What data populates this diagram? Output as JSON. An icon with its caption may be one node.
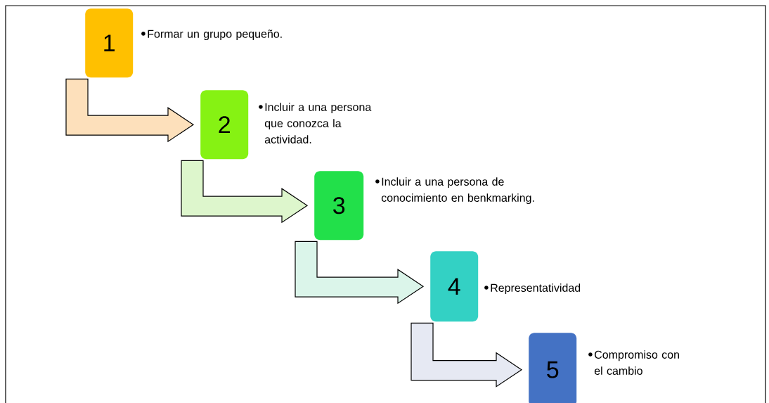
{
  "diagram": {
    "nodes": [
      {
        "text": [
          "1"
        ],
        "beside": [
          "Formar un grupo pequeño."
        ]
      },
      {
        "text": [
          "2"
        ],
        "beside": [
          "Incluir a una persona que conozca la actividad."
        ]
      },
      {
        "text": [
          "3"
        ],
        "beside": [
          "Incluir a una persona de conocimiento en benkmarking."
        ]
      },
      {
        "text": [
          "4"
        ],
        "beside": [
          "Representatividad"
        ]
      },
      {
        "text": [
          "5"
        ],
        "beside": [
          "Compromiso con el cambio"
        ]
      }
    ],
    "edges": [
      {
        "from": 0,
        "to": 1,
        "arrow": "to",
        "color": "#fde0bb"
      },
      {
        "from": 1,
        "to": 2,
        "arrow": "to",
        "color": "#ddf6cc"
      },
      {
        "from": 2,
        "to": 3,
        "arrow": "to",
        "color": "#dbf5ea"
      },
      {
        "from": 3,
        "to": 4,
        "arrow": "to",
        "color": "#e6e9f3"
      }
    ]
  }
}
